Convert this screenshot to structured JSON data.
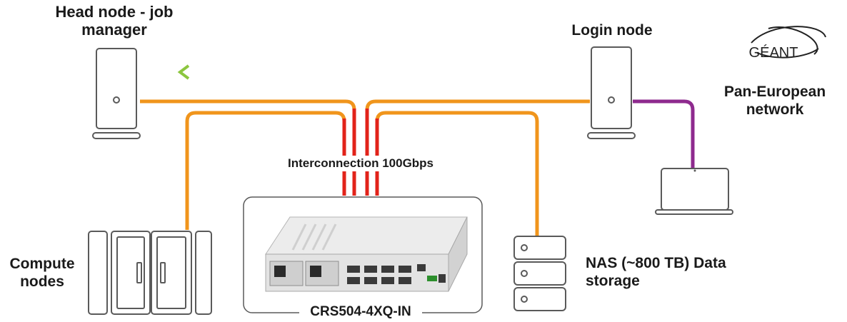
{
  "labels": {
    "head_node": "Head node - job manager",
    "login_node": "Login node",
    "pan_european": "Pan-European network",
    "compute_nodes": "Compute nodes",
    "nas": "NAS (~800 TB) Data storage",
    "interconnection": "Interconnection 100Gbps",
    "switch_model": "CRS504-4XQ-IN",
    "geant_logo": "GÉANT"
  },
  "colors": {
    "orange_link": "#f0951c",
    "red_link": "#e2231a",
    "green_link": "#3aa53a",
    "blue_link": "#1aa3d6",
    "purple_link": "#8e2a8e",
    "outline": "#5a5a5a"
  },
  "icons": {
    "head_node": "server-tower-icon",
    "login_node": "server-tower-icon",
    "laptop": "laptop-icon",
    "compute_nodes": "rack-cabinet-icon",
    "nas": "storage-stack-icon",
    "switch": "network-switch-icon",
    "geant": "geant-logo-icon"
  }
}
